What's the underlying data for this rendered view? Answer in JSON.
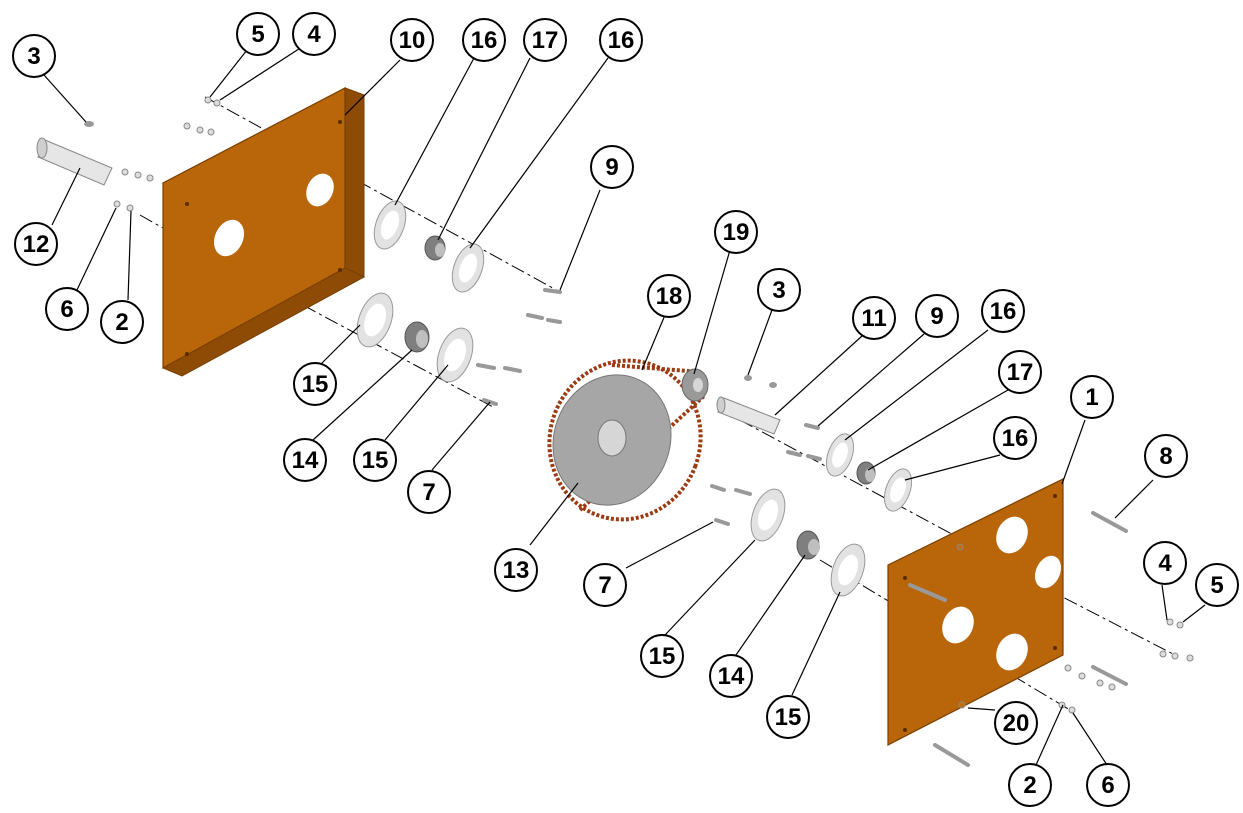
{
  "colors": {
    "plate": "#b9650a",
    "plate_edge": "#7a3f00",
    "plate_side": "#8e4b05",
    "metal": "#bfbfbf",
    "metal_dark": "#7f7f7f",
    "chain": "#9c3a12",
    "line": "#000000",
    "background": "#ffffff"
  },
  "callouts": [
    "3",
    "5",
    "4",
    "10",
    "16",
    "17",
    "16",
    "9",
    "12",
    "6",
    "2",
    "19",
    "18",
    "3",
    "11",
    "9",
    "16",
    "17",
    "16",
    "1",
    "8",
    "4",
    "5",
    "15",
    "14",
    "15",
    "7",
    "13",
    "7",
    "15",
    "14",
    "15",
    "20",
    "2",
    "6"
  ]
}
